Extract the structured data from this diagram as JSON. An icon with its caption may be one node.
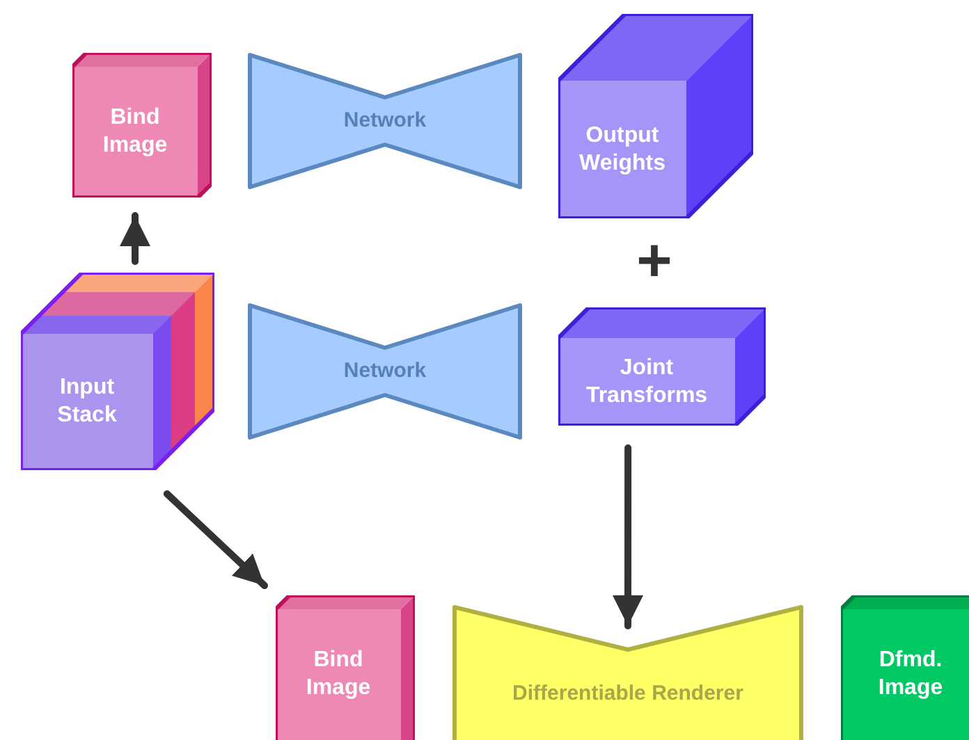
{
  "diagram": {
    "nodes": [
      {
        "text": [
          "Bind Image"
        ]
      },
      {
        "text": [
          "Network"
        ]
      },
      {
        "text": [
          "Output Weights"
        ]
      },
      {
        "text": [
          "Input Stack"
        ]
      },
      {
        "text": [
          "Network"
        ]
      },
      {
        "text": [
          "Joint Transforms"
        ]
      },
      {
        "text": [
          "Bind Image"
        ]
      },
      {
        "text": [
          "Differentiable Renderer"
        ]
      },
      {
        "text": [
          "Dfmd. Image"
        ]
      }
    ],
    "edges": [
      {
        "from": 3,
        "to": 0,
        "arrow": "to"
      },
      {
        "from": 3,
        "to": 6,
        "arrow": "to"
      },
      {
        "from": 5,
        "to": 7,
        "arrow": "to"
      }
    ],
    "labels": [
      "+"
    ]
  }
}
